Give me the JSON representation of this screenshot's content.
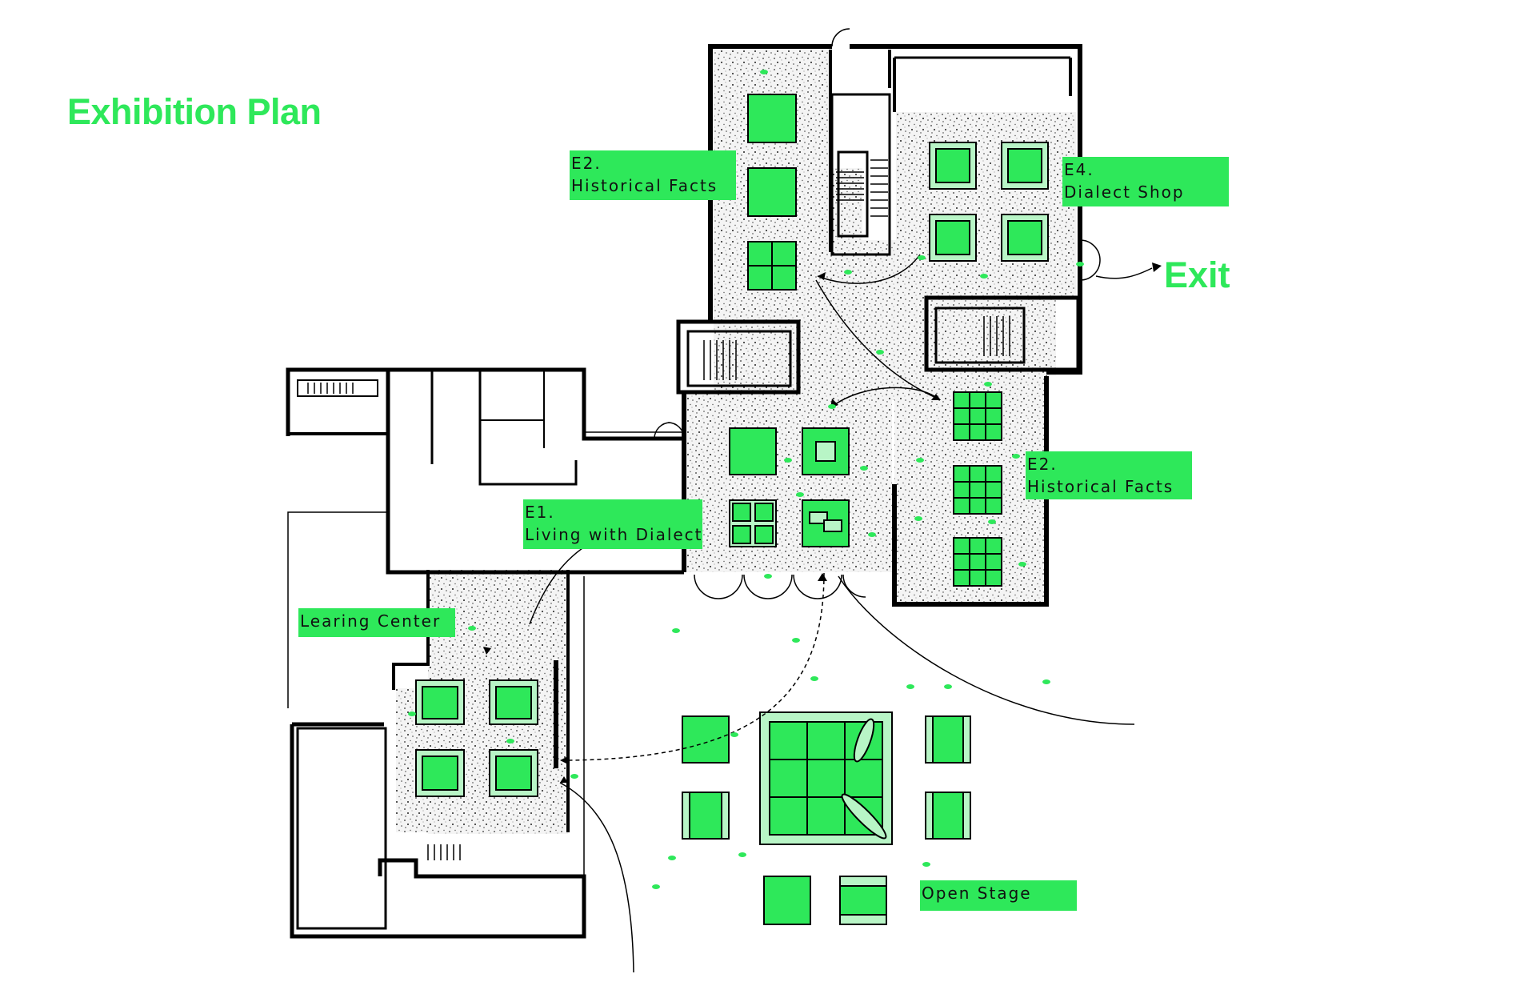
{
  "title": "Exhibition Plan",
  "exit_label": "Exit",
  "colors": {
    "accent": "#2ee85a",
    "light_accent": "#b8f5c6",
    "wall": "#000000",
    "floor": "#d9d9d9"
  },
  "labels": {
    "e2_top_code": "E2.",
    "e2_top_name": "Historical Facts",
    "e4_code": "E4.",
    "e4_name": "Dialect Shop",
    "e2_right_code": "E2.",
    "e2_right_name": "Historical Facts",
    "e1_code": "E1.",
    "e1_name": "Living with Dialect",
    "learning": "Learing Center",
    "stage": "Open Stage"
  }
}
